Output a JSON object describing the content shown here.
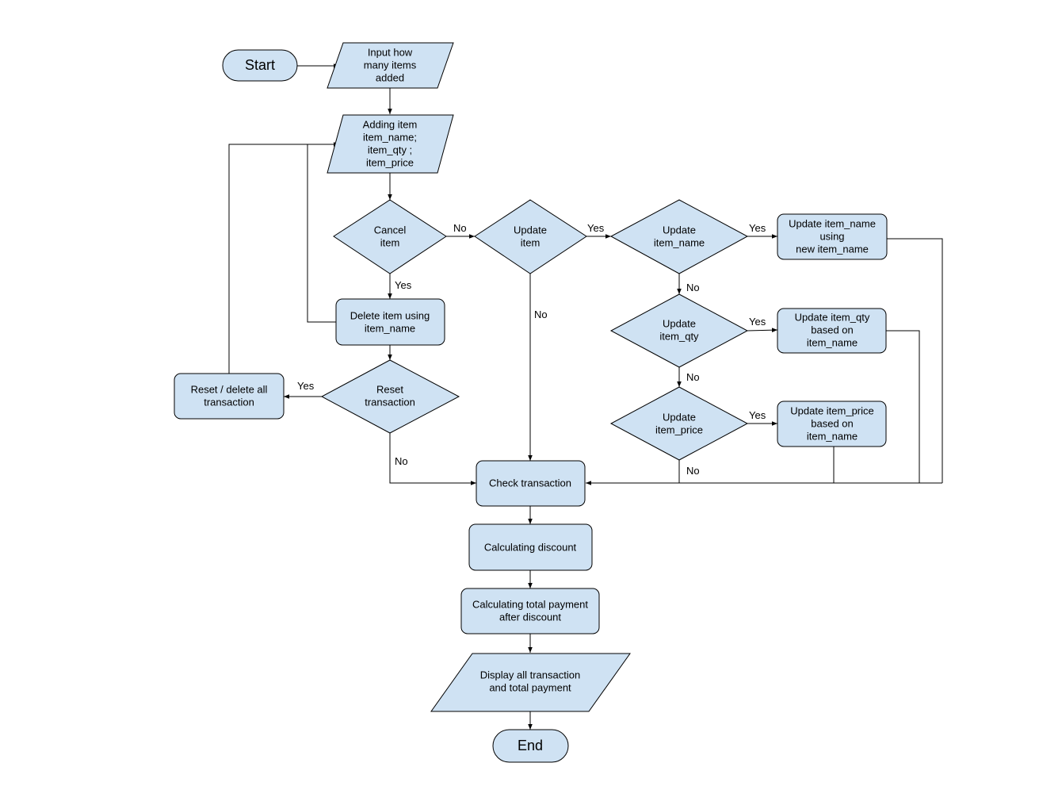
{
  "colors": {
    "fill": "#cfe2f3",
    "stroke": "#000000"
  },
  "nodes": {
    "start": [
      "Start"
    ],
    "input_count": [
      "Input how",
      "many items",
      "added"
    ],
    "adding_item": [
      "Adding item",
      "item_name;",
      "item_qty ;",
      "item_price"
    ],
    "cancel_item": [
      "Cancel",
      "item"
    ],
    "update_item": [
      "Update",
      "item"
    ],
    "update_item_name_q": [
      "Update",
      "item_name"
    ],
    "update_item_name_action": [
      "Update item_name",
      "using",
      "new item_name"
    ],
    "update_item_qty_q": [
      "Update",
      "item_qty"
    ],
    "update_item_qty_action": [
      "Update  item_qty",
      "based on",
      "item_name"
    ],
    "update_item_price_q": [
      "Update",
      "item_price"
    ],
    "update_item_price_action": [
      "Update  item_price",
      "based on",
      "item_name"
    ],
    "delete_item": [
      "Delete item using",
      "item_name"
    ],
    "reset_transaction": [
      "Reset",
      "transaction"
    ],
    "reset_delete_all": [
      "Reset / delete all",
      "transaction"
    ],
    "check_transaction": [
      "Check transaction"
    ],
    "calc_discount": [
      "Calculating discount"
    ],
    "calc_total": [
      "Calculating total payment",
      "after discount"
    ],
    "display": [
      "Display all transaction",
      "and total payment"
    ],
    "end": [
      "End"
    ]
  },
  "edge_labels": {
    "cancel_no": "No",
    "cancel_yes": "Yes",
    "update_item_yes": "Yes",
    "update_item_no": "No",
    "update_name_yes": "Yes",
    "update_name_no": "No",
    "update_qty_yes": "Yes",
    "update_qty_no": "No",
    "update_price_yes": "Yes",
    "update_price_no": "No",
    "reset_yes": "Yes",
    "reset_no": "No"
  }
}
